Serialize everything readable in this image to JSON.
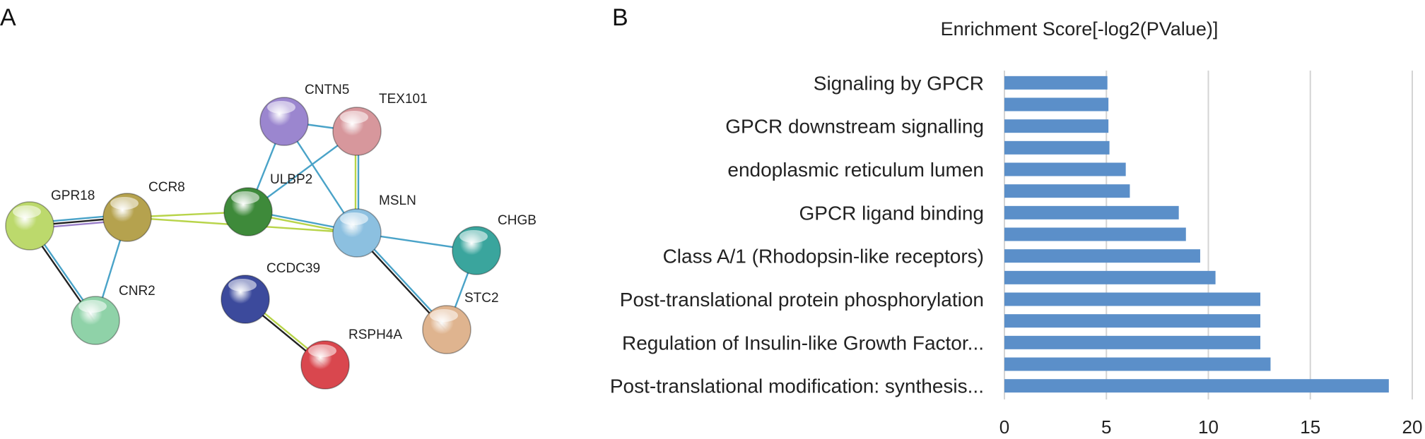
{
  "panel_labels": {
    "a": "A",
    "b": "B"
  },
  "network": {
    "nodes": [
      {
        "id": "CNTN5",
        "label": "CNTN5",
        "color": "#9b86cf"
      },
      {
        "id": "TEX101",
        "label": "TEX101",
        "color": "#d7979c"
      },
      {
        "id": "ULBP2",
        "label": "ULBP2",
        "color": "#3e8a3a"
      },
      {
        "id": "MSLN",
        "label": "MSLN",
        "color": "#8cc0e0"
      },
      {
        "id": "GPR18",
        "label": "GPR18",
        "color": "#bcd96c"
      },
      {
        "id": "CCR8",
        "label": "CCR8",
        "color": "#b5a24e"
      },
      {
        "id": "CHGB",
        "label": "CHGB",
        "color": "#3aa59d"
      },
      {
        "id": "CNR2",
        "label": "CNR2",
        "color": "#8fd2a8"
      },
      {
        "id": "CCDC39",
        "label": "CCDC39",
        "color": "#3c4a9c"
      },
      {
        "id": "STC2",
        "label": "STC2",
        "color": "#dfb48f"
      },
      {
        "id": "RSPH4A",
        "label": "RSPH4A",
        "color": "#d9474e"
      }
    ],
    "edges": [
      {
        "from": "CNTN5",
        "to": "TEX101",
        "colors": [
          "#4aa3c8"
        ]
      },
      {
        "from": "CNTN5",
        "to": "ULBP2",
        "colors": [
          "#4aa3c8"
        ]
      },
      {
        "from": "CNTN5",
        "to": "MSLN",
        "colors": [
          "#4aa3c8"
        ]
      },
      {
        "from": "TEX101",
        "to": "ULBP2",
        "colors": [
          "#4aa3c8"
        ]
      },
      {
        "from": "TEX101",
        "to": "MSLN",
        "colors": [
          "#4aa3c8",
          "#b8d44a"
        ]
      },
      {
        "from": "ULBP2",
        "to": "MSLN",
        "colors": [
          "#4aa3c8",
          "#b8d44a"
        ]
      },
      {
        "from": "CCR8",
        "to": "ULBP2",
        "colors": [
          "#b8d44a"
        ]
      },
      {
        "from": "CCR8",
        "to": "MSLN",
        "colors": [
          "#b8d44a"
        ]
      },
      {
        "from": "GPR18",
        "to": "CCR8",
        "colors": [
          "#4aa3c8",
          "#222222",
          "#9a7fc9"
        ]
      },
      {
        "from": "GPR18",
        "to": "CNR2",
        "colors": [
          "#4aa3c8",
          "#222222"
        ]
      },
      {
        "from": "CCR8",
        "to": "CNR2",
        "colors": [
          "#4aa3c8"
        ]
      },
      {
        "from": "MSLN",
        "to": "CHGB",
        "colors": [
          "#4aa3c8"
        ]
      },
      {
        "from": "MSLN",
        "to": "STC2",
        "colors": [
          "#4aa3c8",
          "#222222"
        ]
      },
      {
        "from": "CHGB",
        "to": "STC2",
        "colors": [
          "#4aa3c8"
        ]
      },
      {
        "from": "CCDC39",
        "to": "RSPH4A",
        "colors": [
          "#b8d44a",
          "#222222"
        ]
      }
    ]
  },
  "chart_data": {
    "type": "bar",
    "orientation": "horizontal",
    "title": "Enrichment Score[-log2(PValue)]",
    "xlabel": "",
    "ylabel": "",
    "categories": [
      "Signaling by GPCR",
      "",
      "GPCR downstream signalling",
      "",
      "endoplasmic reticulum lumen",
      "",
      "GPCR ligand binding",
      "",
      "Class A/1 (Rhodopsin-like receptors)",
      "",
      "Post-translational protein phosphorylation",
      "",
      "Regulation of Insulin-like Growth Factor...",
      "",
      "Post-translational modification: synthesis..."
    ],
    "values": [
      5.05,
      5.1,
      5.1,
      5.15,
      5.95,
      6.15,
      8.55,
      8.9,
      9.6,
      10.35,
      12.55,
      12.55,
      12.55,
      13.05,
      18.85
    ],
    "xlim": [
      0,
      20
    ],
    "xticks": [
      0,
      5,
      10,
      15,
      20
    ],
    "grid": true,
    "bar_color": "#5b8fc9"
  }
}
